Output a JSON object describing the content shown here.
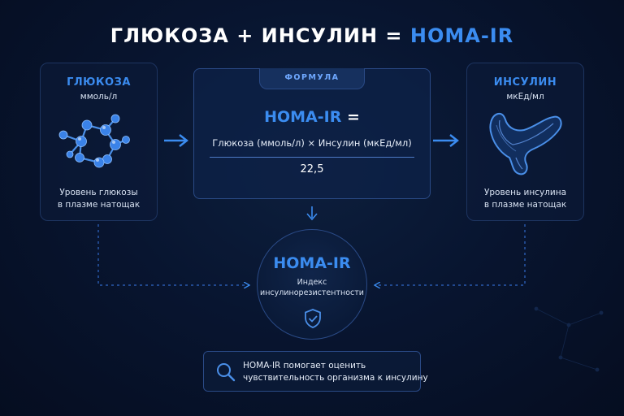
{
  "title": {
    "part1": "ГЛЮКОЗА + ИНСУЛИН = ",
    "part2": "HOMA-IR"
  },
  "glucose": {
    "title": "ГЛЮКОЗА",
    "unit": "ммоль/л",
    "desc_line1": "Уровень глюкозы",
    "desc_line2": "в плазме натощак",
    "icon": "molecule-icon"
  },
  "insulin": {
    "title": "ИНСУЛИН",
    "unit": "мкЕд/мл",
    "desc_line1": "Уровень инсулина",
    "desc_line2": "в плазме натощак",
    "icon": "pancreas-icon"
  },
  "formula": {
    "tab": "ФОРМУЛА",
    "lhs_name": "HOMA-IR",
    "lhs_eq": " =",
    "numerator": "Глюкоза (ммоль/л) × Инсулин (мкЕд/мл)",
    "denominator": "22,5"
  },
  "result": {
    "title": "HOMA-IR",
    "label_line1": "Индекс",
    "label_line2": "инсулинорезистентности",
    "icon": "shield-check-icon"
  },
  "info": {
    "line1": "HOMA-IR помогает оценить",
    "line2": "чувствительность организма к инсулину",
    "icon": "search-icon"
  },
  "colors": {
    "accent": "#3b8cf0",
    "background": "#081530",
    "border": "#2a4a86"
  }
}
